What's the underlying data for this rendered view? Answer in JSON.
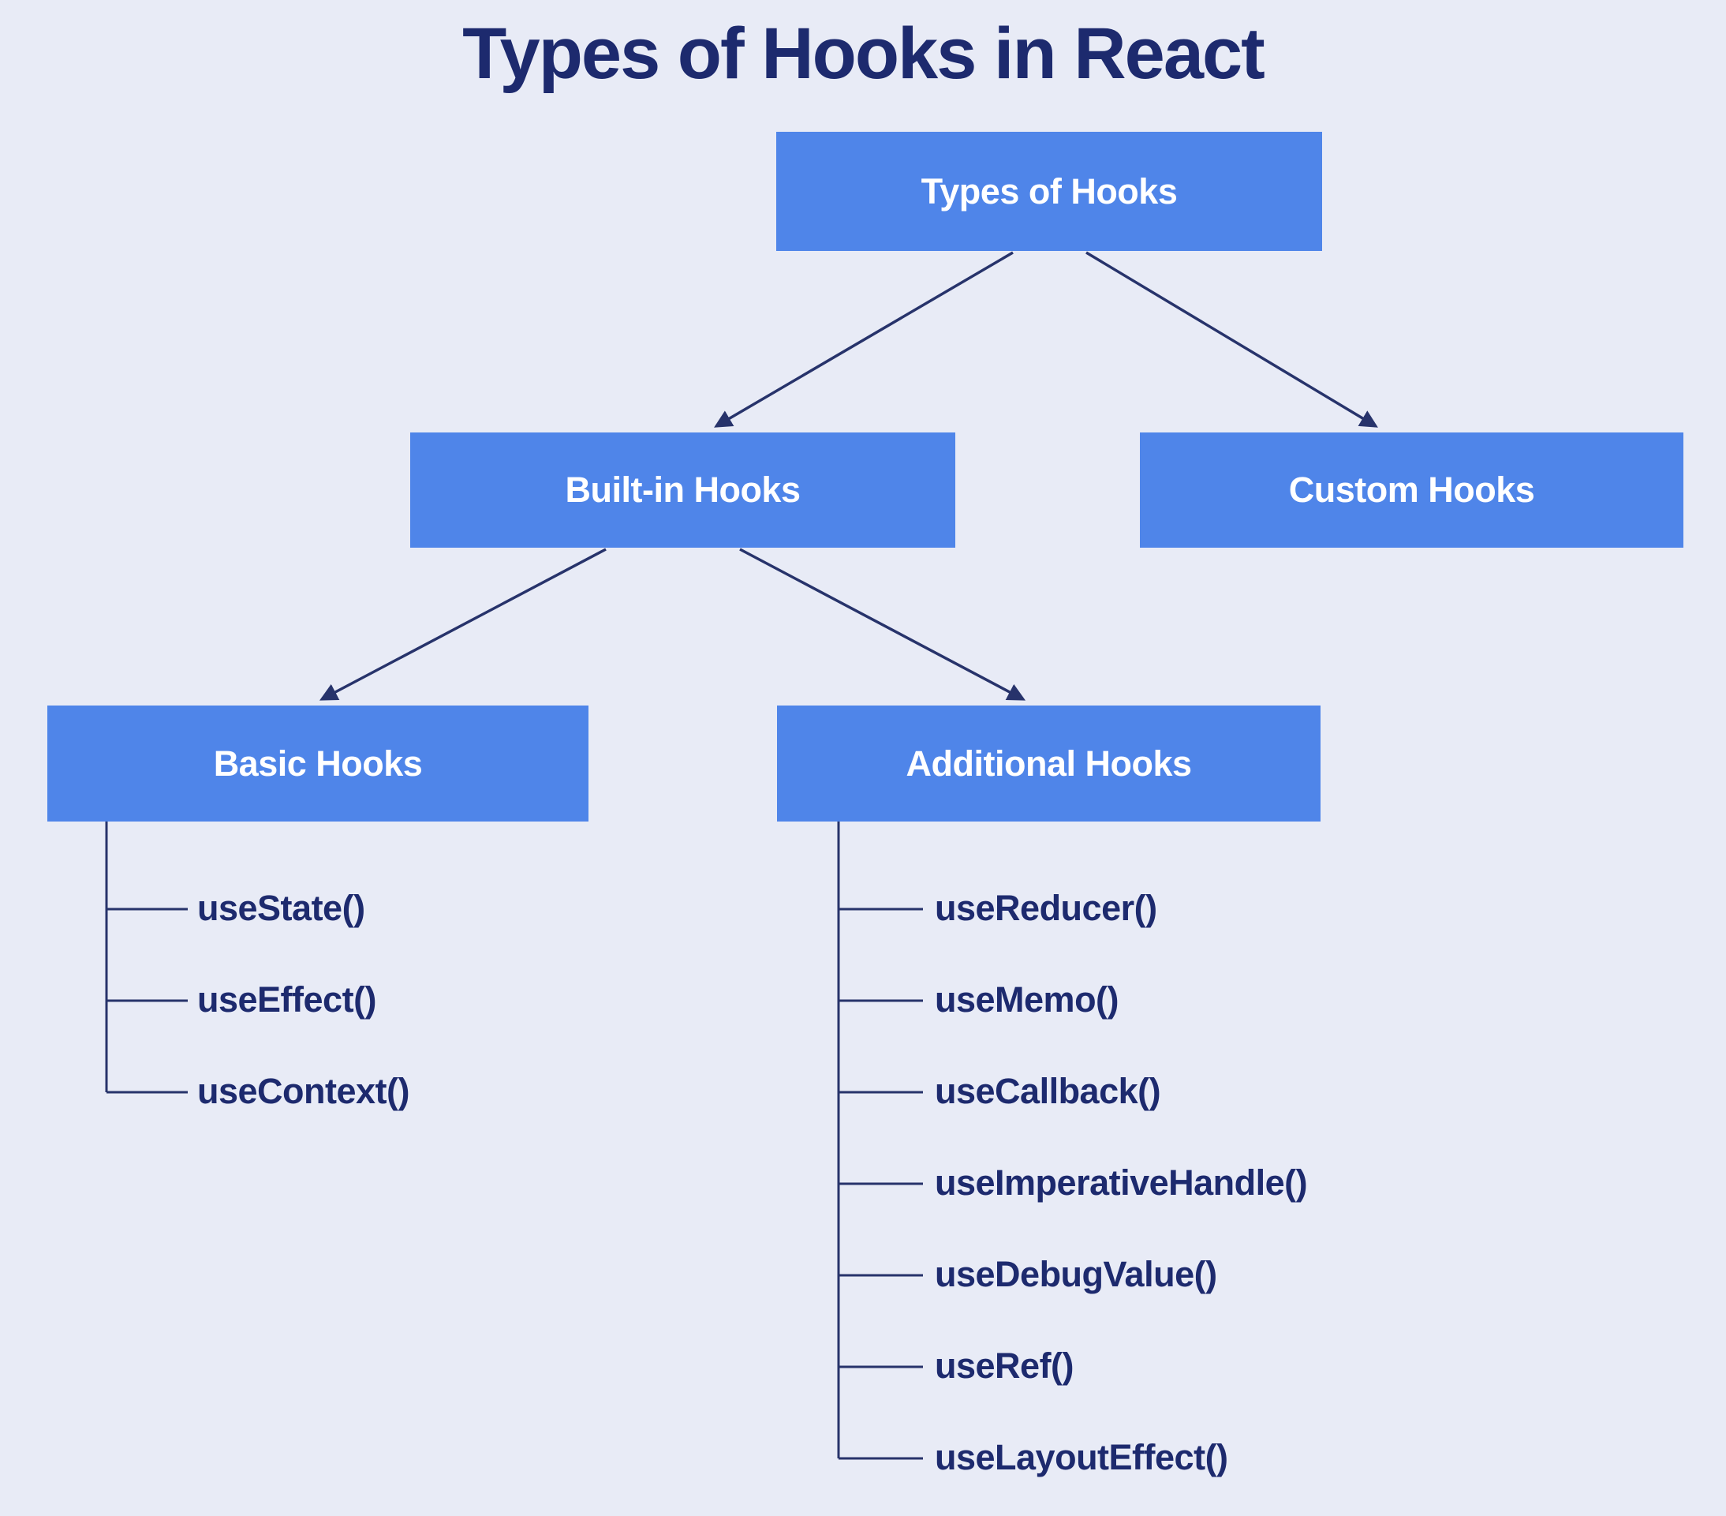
{
  "title": "Types of Hooks in React",
  "nodes": {
    "root": "Types of Hooks",
    "builtin": "Built-in Hooks",
    "custom": "Custom Hooks",
    "basic": "Basic Hooks",
    "additional": "Additional Hooks"
  },
  "basic_hooks": [
    "useState()",
    "useEffect()",
    "useContext()"
  ],
  "additional_hooks": [
    "useReducer()",
    "useMemo()",
    "useCallback()",
    "useImperativeHandle()",
    "useDebugValue()",
    "useRef()",
    "useLayoutEffect()"
  ],
  "colors": {
    "background": "#e8ebf6",
    "node": "#4f85e9",
    "node_text": "#ffffff",
    "text": "#1d2a6e",
    "line": "#27336b"
  }
}
